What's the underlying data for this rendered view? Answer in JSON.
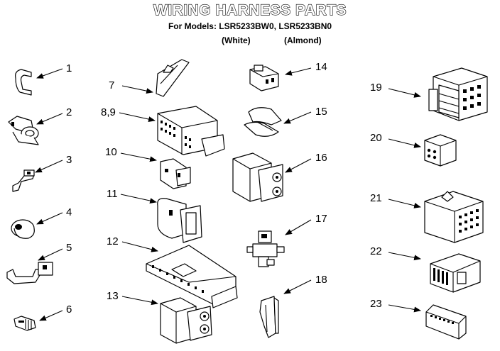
{
  "header": {
    "title": "WIRING HARNESS PARTS",
    "subtitle": "For Models: LSR5233BW0, LSR5233BN0",
    "variant_white": "(White)",
    "variant_almond": "(Almond)"
  },
  "callouts": [
    "1",
    "2",
    "3",
    "4",
    "5",
    "6",
    "7",
    "8,9",
    "10",
    "11",
    "12",
    "13",
    "14",
    "15",
    "16",
    "17",
    "18",
    "19",
    "20",
    "21",
    "22",
    "23"
  ]
}
